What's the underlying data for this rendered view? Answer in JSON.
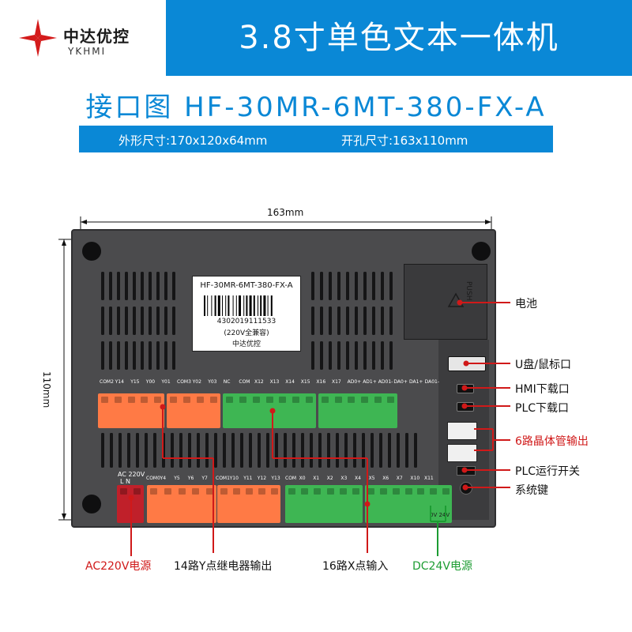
{
  "header": {
    "brand_name": "中达优控",
    "brand_sub": "YKHMI",
    "product_title": "3.8寸单色文本一体机",
    "subtitle": "接口图 HF-30MR-6MT-380-FX-A",
    "dimension_outer": "外形尺寸:170x120x64mm",
    "dimension_cutout": "开孔尺寸:163x110mm"
  },
  "dimensions": {
    "width_label": "163mm",
    "height_label": "110mm"
  },
  "device": {
    "label_model": "HF-30MR-6MT-380-FX-A",
    "label_serial": "4302019111533",
    "label_voltage": "(220V全兼容)",
    "label_brand": "中达优控",
    "push_text": "PUSH",
    "top_terminals": [
      "COM2",
      "Y14",
      "Y15",
      "Y00",
      "Y01",
      "COM3",
      "Y02",
      "Y03",
      "NC",
      "COM",
      "X12",
      "X13",
      "X14",
      "X15",
      "X16",
      "X17",
      "AD0+",
      "AD1+",
      "AD01-",
      "DA0+",
      "DA1+",
      "DA01-"
    ],
    "bottom_terminals": [
      "COM0",
      "Y4",
      "Y5",
      "Y6",
      "Y7",
      "COM1",
      "Y10",
      "Y11",
      "Y12",
      "Y13",
      "COM",
      "X0",
      "X1",
      "X2",
      "X3",
      "X4",
      "X5",
      "X6",
      "X7",
      "X10",
      "X11"
    ],
    "ac_label_top": "AC 220V",
    "ac_label_bottom": "L   N",
    "dc_label": "0V 24V"
  },
  "callouts": {
    "battery": "电池",
    "usb": "U盘/鼠标口",
    "hmi_download": "HMI下载口",
    "plc_download": "PLC下载口",
    "transistor_output": "6路晶体管输出",
    "plc_run_switch": "PLC运行开关",
    "system_key": "系统键",
    "ac_power": "AC220V电源",
    "relay_output": "14路Y点继电器输出",
    "x_input": "16路X点输入",
    "dc_power": "DC24V电源"
  },
  "colors": {
    "brand_blue": "#0a88d6",
    "callout_red": "#d01919",
    "terminal_orange": "#ff7a45",
    "terminal_green": "#3eb653",
    "dc_green": "#1c9c32"
  }
}
